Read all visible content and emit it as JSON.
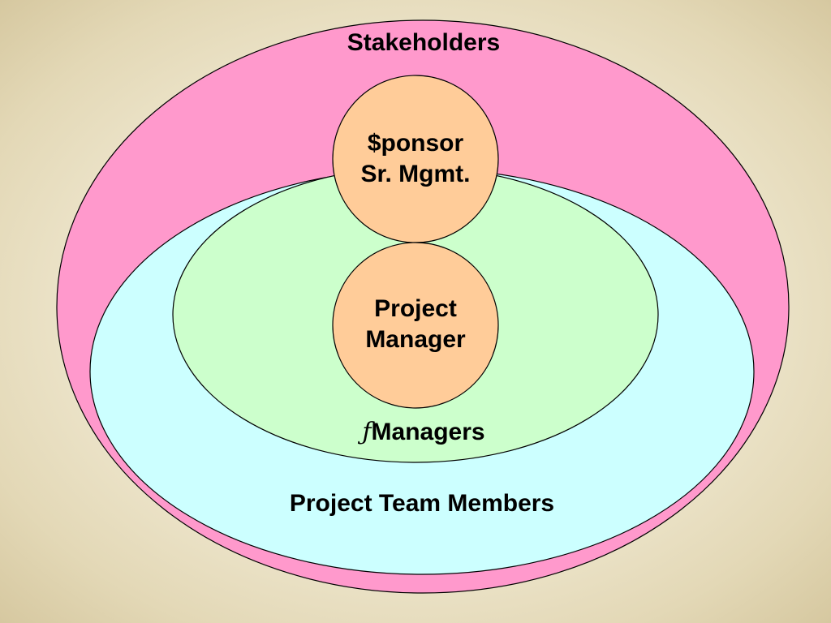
{
  "diagram": {
    "stakeholders": {
      "label": "Stakeholders",
      "color": "#ff99cc"
    },
    "team": {
      "label": "Project Team Members",
      "color": "#ccffff"
    },
    "functional_managers": {
      "symbol": "ƒ",
      "label": "Managers",
      "color": "#ccffcc"
    },
    "sponsor": {
      "line1": "$ponsor",
      "line2": "Sr. Mgmt.",
      "color": "#ffcc99"
    },
    "project_manager": {
      "line1": "Project",
      "line2": "Manager",
      "color": "#ffcc99"
    }
  }
}
